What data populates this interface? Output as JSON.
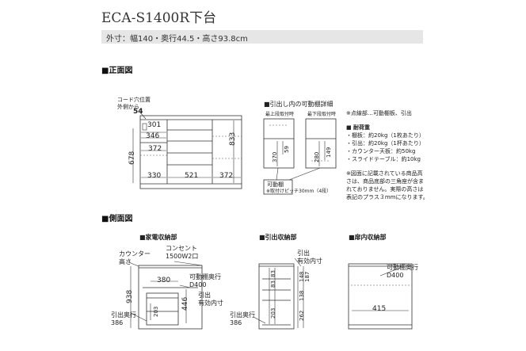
{
  "header": {
    "title": "ECA-S1400R下台",
    "spec": "外寸：幅140・奥行44.5・高さ93.8cm"
  },
  "front": {
    "section_title": "■正面図",
    "cord_label": "コード穴位置\n外側から",
    "cord_value": "54",
    "dim_301": "301",
    "dim_346": "346",
    "dim_372a": "372",
    "dim_330": "330",
    "dim_521": "521",
    "dim_372b": "372",
    "dim_833": "833",
    "dim_678": "678"
  },
  "shelf_detail": {
    "title": "■引出し内の可動棚詳細",
    "top_label_a": "最上段取付時",
    "top_label_b": "最下段取付時",
    "dim_370": "370",
    "dim_59": "59",
    "dim_280": "280",
    "dim_149": "149",
    "movable_label": "可動棚",
    "pitch_label": "※取付けピッチ30mm（4段）"
  },
  "notes": {
    "legend": "※点線部…可動棚板、引出",
    "load_title": "■ 耐荷重",
    "loads": [
      "・棚板：約20kg（1枚あたり）",
      "・引出：約20kg（1杯あたり）",
      "・カウンター天板：約50kg",
      "・スライドテーブル：約10kg"
    ],
    "remark": "※図面に記載されている商品高\nさは、商品底部の三角座が含ま\nれておりません。実際の高さは\n表記のプラス３mmになります。"
  },
  "side": {
    "section_title": "■側面図",
    "appliance": {
      "title": "■家電収納部",
      "counter": "カウンター\n高さ",
      "outlet": "コンセント\n1500W2口",
      "dim_938": "938",
      "dim_380": "380",
      "shelf_depth": "可動棚奥行\nD400",
      "dim_446": "446",
      "dim_203": "203",
      "drawer_inner": "引出\n有効内寸",
      "drawer_depth": "引出奥行\n386"
    },
    "drawer": {
      "title": "■引出収納部",
      "inner_label": "引出\n有効内寸",
      "dims_top": [
        "83",
        "83",
        "148",
        "187"
      ],
      "dims_bottom": [
        "203",
        "138",
        "262"
      ],
      "drawer_depth": "引出奥行\n386"
    },
    "cabinet": {
      "title": "■扉内収納部",
      "shelf_depth": "可動棚奥行\nD400",
      "dim_415": "415"
    }
  }
}
